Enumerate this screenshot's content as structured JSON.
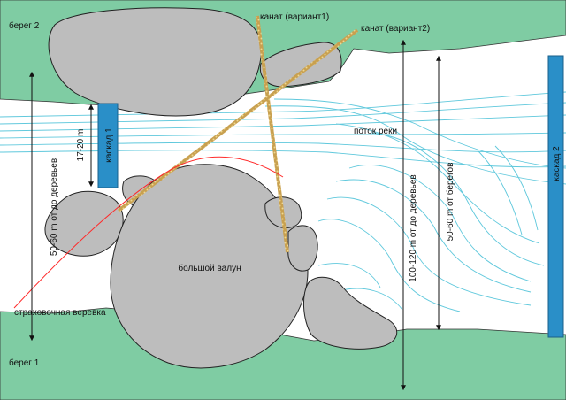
{
  "labels": {
    "bank_top": "берег 2",
    "bank_bottom": "берег 1",
    "rope1": "канат (вариант1)",
    "rope2": "канат (вариант2)",
    "flow": "поток реки",
    "boulder": "большой валун",
    "safety_rope": "страховочная веревка",
    "cascade1": "каскад 1",
    "cascade2": "каскад 2",
    "dist_17_20": "17-20 m",
    "dist_left": "50-60 m от до деревьев",
    "dist_center": "100-120 m от до деревьев",
    "dist_banks": "50-60 m от берегов"
  },
  "colors": {
    "bank": "#7fcca3",
    "rock": "#bdbdbd",
    "rock_stroke": "#222222",
    "water_lines": "#5fc8dc",
    "cascade": "#2a8fc8",
    "rope": "#c8a050",
    "safety_rope": "#ff2a2a",
    "arrows": "#111111"
  }
}
